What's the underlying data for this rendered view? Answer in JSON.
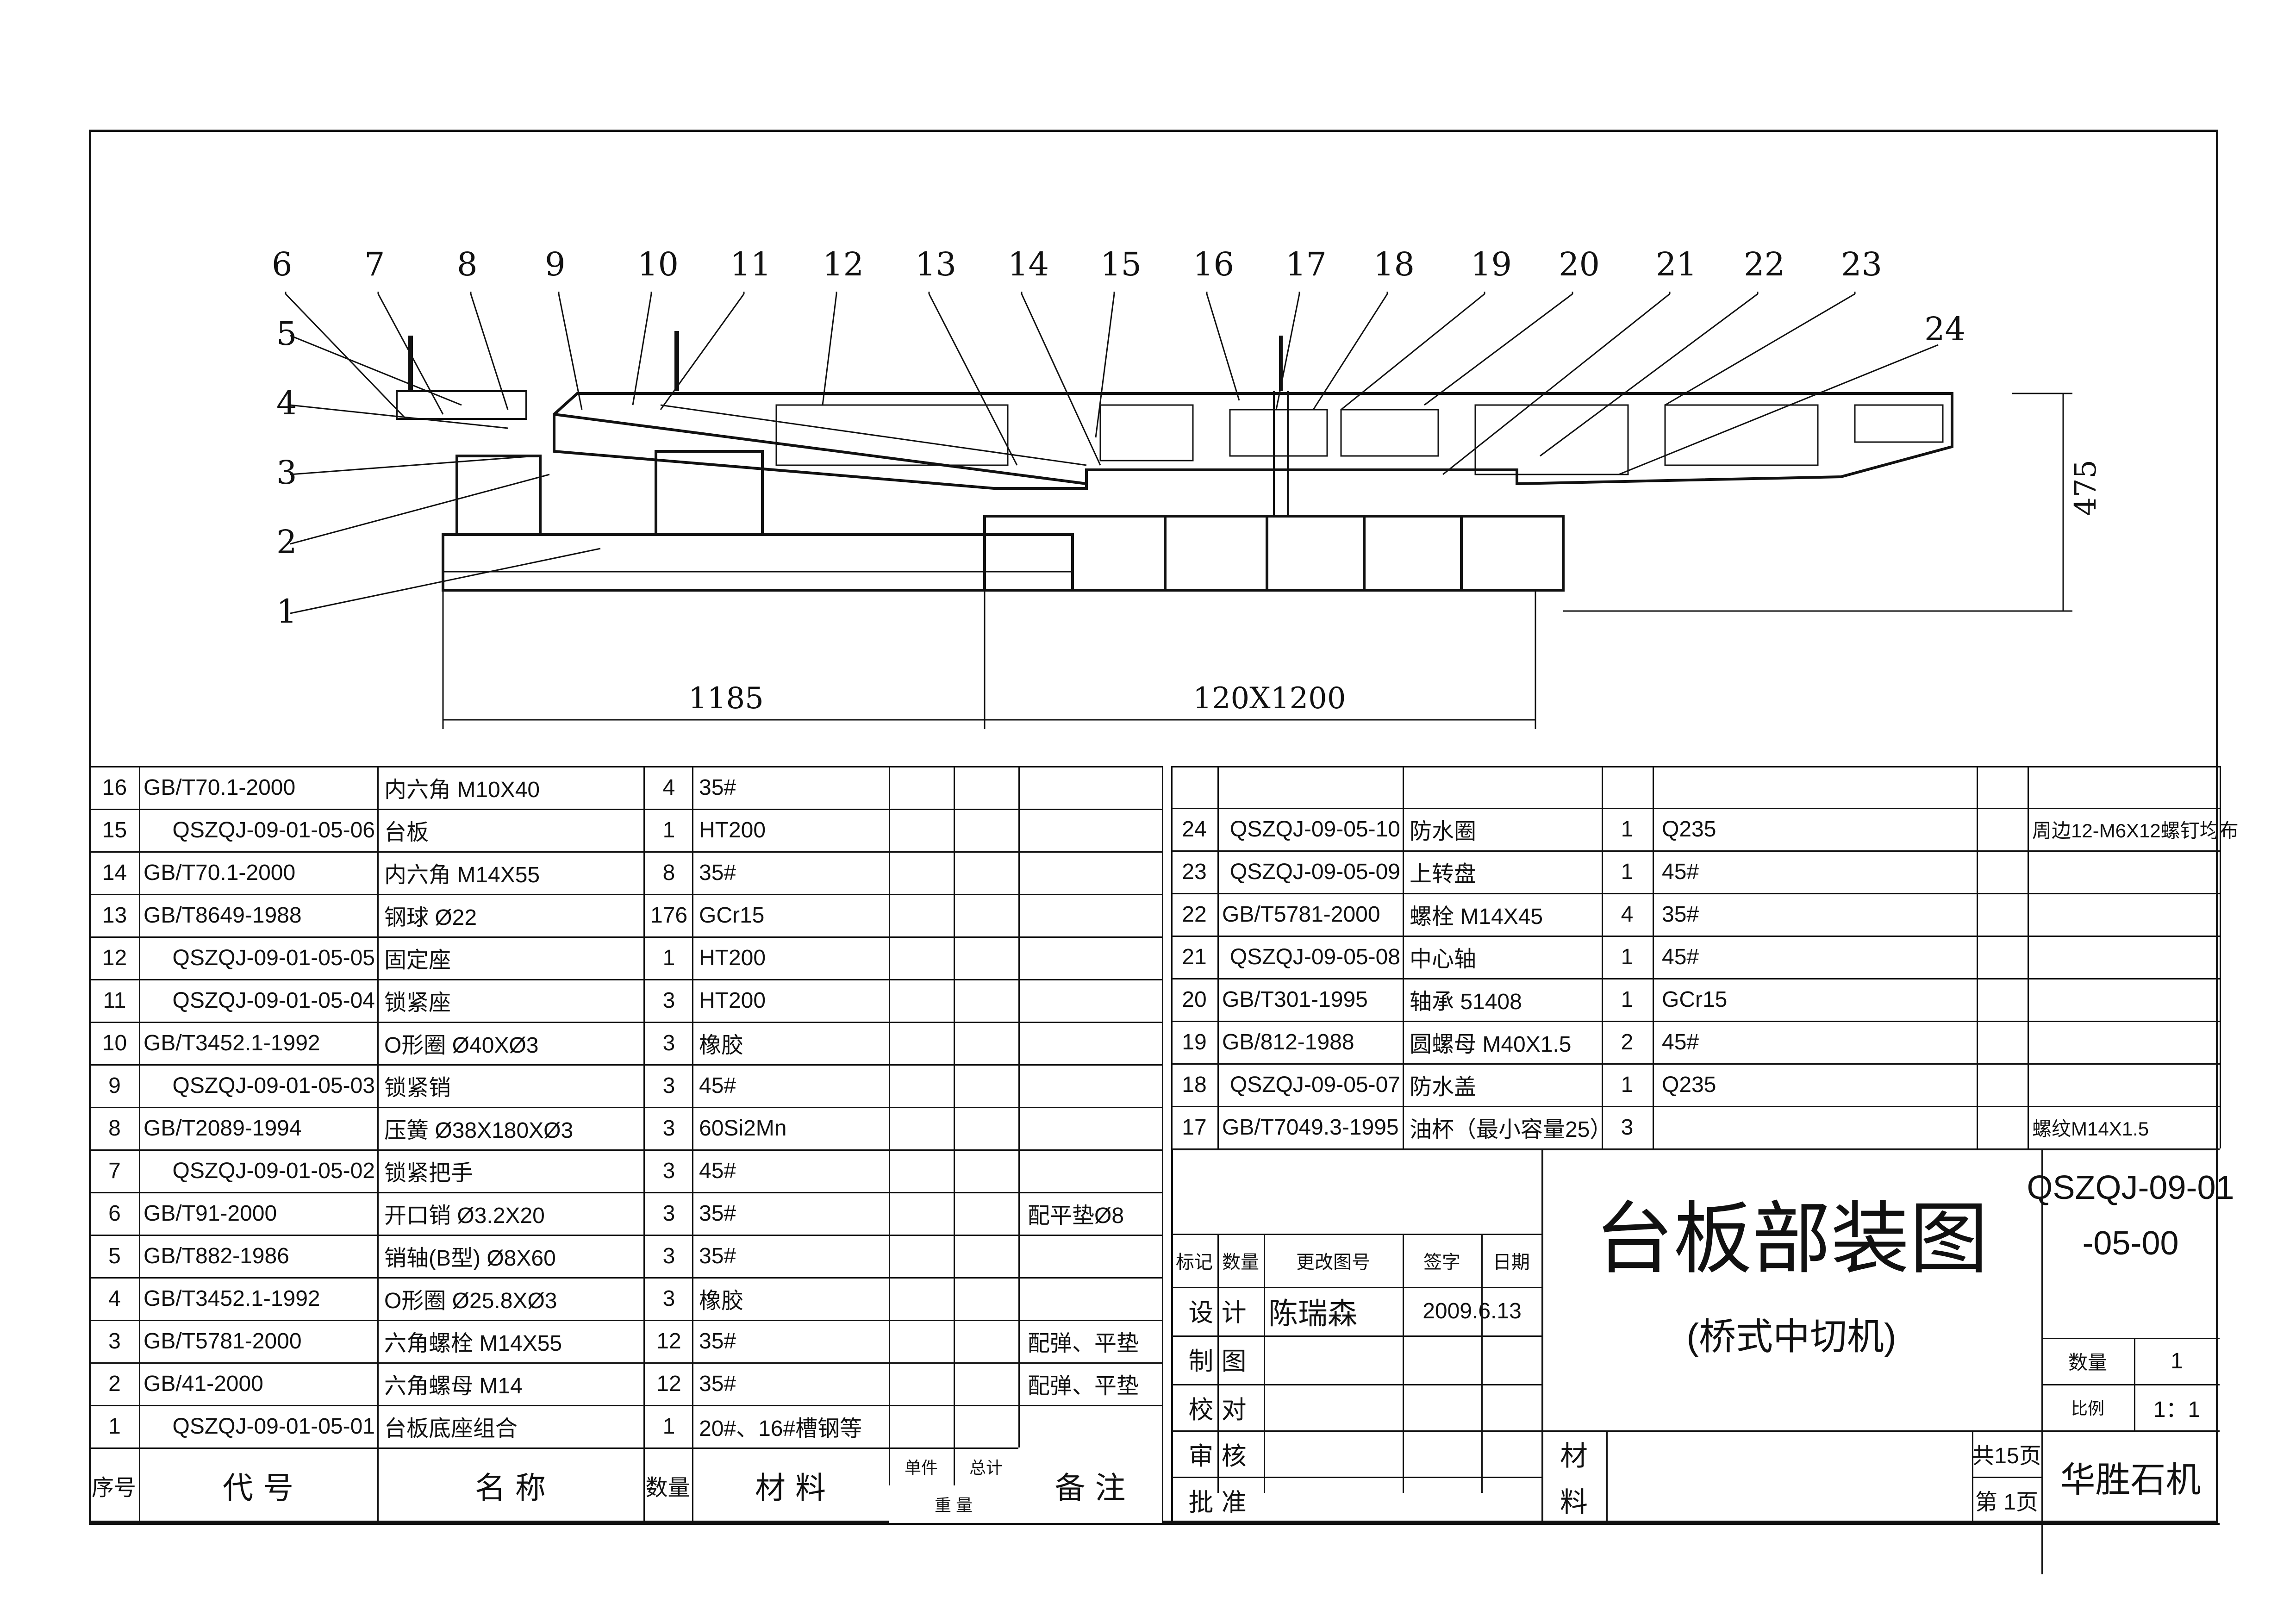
{
  "drawing": {
    "balloons": [
      "1",
      "2",
      "3",
      "4",
      "5",
      "6",
      "7",
      "8",
      "9",
      "10",
      "11",
      "12",
      "13",
      "14",
      "15",
      "16",
      "17",
      "18",
      "19",
      "20",
      "21",
      "22",
      "23",
      "24"
    ],
    "dimensions": {
      "left_width": "1185",
      "right_width": "120X1200",
      "height": "475"
    }
  },
  "bom_left": [
    {
      "no": "16",
      "code": "GB/T70.1-2000",
      "name": "内六角    M10X40",
      "qty": "4",
      "material": "35#",
      "note": ""
    },
    {
      "no": "15",
      "code": "QSZQJ-09-01-05-06",
      "name": "台板",
      "qty": "1",
      "material": "HT200",
      "note": ""
    },
    {
      "no": "14",
      "code": "GB/T70.1-2000",
      "name": "内六角    M14X55",
      "qty": "8",
      "material": "35#",
      "note": ""
    },
    {
      "no": "13",
      "code": "GB/T8649-1988",
      "name": "钢球    Ø22",
      "qty": "176",
      "material": "GCr15",
      "note": ""
    },
    {
      "no": "12",
      "code": "QSZQJ-09-01-05-05",
      "name": "固定座",
      "qty": "1",
      "material": "HT200",
      "note": ""
    },
    {
      "no": "11",
      "code": "QSZQJ-09-01-05-04",
      "name": "锁紧座",
      "qty": "3",
      "material": "HT200",
      "note": ""
    },
    {
      "no": "10",
      "code": "GB/T3452.1-1992",
      "name": "O形圈    Ø40XØ3",
      "qty": "3",
      "material": "橡胶",
      "note": ""
    },
    {
      "no": "9",
      "code": "QSZQJ-09-01-05-03",
      "name": "锁紧销",
      "qty": "3",
      "material": "45#",
      "note": ""
    },
    {
      "no": "8",
      "code": "GB/T2089-1994",
      "name": "压簧    Ø38X180XØ3",
      "qty": "3",
      "material": "60Si2Mn",
      "note": ""
    },
    {
      "no": "7",
      "code": "QSZQJ-09-01-05-02",
      "name": "锁紧把手",
      "qty": "3",
      "material": "45#",
      "note": ""
    },
    {
      "no": "6",
      "code": "GB/T91-2000",
      "name": "开口销    Ø3.2X20",
      "qty": "3",
      "material": "35#",
      "note": "配平垫Ø8"
    },
    {
      "no": "5",
      "code": "GB/T882-1986",
      "name": "销轴(B型)    Ø8X60",
      "qty": "3",
      "material": "35#",
      "note": ""
    },
    {
      "no": "4",
      "code": "GB/T3452.1-1992",
      "name": "O形圈    Ø25.8XØ3",
      "qty": "3",
      "material": "橡胶",
      "note": ""
    },
    {
      "no": "3",
      "code": "GB/T5781-2000",
      "name": "六角螺栓  M14X55",
      "qty": "12",
      "material": "35#",
      "note": "配弹、平垫"
    },
    {
      "no": "2",
      "code": "GB/41-2000",
      "name": "六角螺母  M14",
      "qty": "12",
      "material": "35#",
      "note": "配弹、平垫"
    },
    {
      "no": "1",
      "code": "QSZQJ-09-01-05-01",
      "name": "台板底座组合",
      "qty": "1",
      "material": "20#、16#槽钢等",
      "note": ""
    }
  ],
  "bom_header": {
    "no": "序号",
    "code": "代    号",
    "name": "名    称",
    "qty": "数量",
    "material": "材    料",
    "unit": "单件",
    "total": "总计",
    "weight": "重    量",
    "note": "备 注"
  },
  "bom_right": [
    {
      "no": "24",
      "code": "QSZQJ-09-05-10",
      "name": "防水圈",
      "qty": "1",
      "material": "Q235",
      "note": "周边12-M6X12螺钉均布"
    },
    {
      "no": "23",
      "code": "QSZQJ-09-05-09",
      "name": "上转盘",
      "qty": "1",
      "material": "45#",
      "note": ""
    },
    {
      "no": "22",
      "code": "GB/T5781-2000",
      "name": "螺栓   M14X45",
      "qty": "4",
      "material": "35#",
      "note": ""
    },
    {
      "no": "21",
      "code": "QSZQJ-09-05-08",
      "name": "中心轴",
      "qty": "1",
      "material": "45#",
      "note": ""
    },
    {
      "no": "20",
      "code": "GB/T301-1995",
      "name": "轴承     51408",
      "qty": "1",
      "material": "GCr15",
      "note": ""
    },
    {
      "no": "19",
      "code": "GB/812-1988",
      "name": "圆螺母   M40X1.5",
      "qty": "2",
      "material": "45#",
      "note": ""
    },
    {
      "no": "18",
      "code": "QSZQJ-09-05-07",
      "name": "防水盖",
      "qty": "1",
      "material": "Q235",
      "note": ""
    },
    {
      "no": "17",
      "code": "GB/T7049.3-1995",
      "name": "油杯（最小容量25）",
      "qty": "3",
      "material": "",
      "note": "螺纹M14X1.5"
    }
  ],
  "title_block": {
    "title": "台板部装图",
    "subtitle": "(桥式中切机)",
    "drawing_no_1": "QSZQJ-09-01",
    "drawing_no_2": "-05-00",
    "rev_headers": [
      "标记",
      "数量",
      "更改图号",
      "签字",
      "日期"
    ],
    "design_label": "设 计",
    "designer": "陈瑞森",
    "date": "2009.6.13",
    "draw_label": "制 图",
    "check_label": "校 对",
    "review_label": "审 核",
    "approve_label": "批 准",
    "material_label_1": "材",
    "material_label_2": "料",
    "qty_label": "数量",
    "qty_value": "1",
    "scale_label": "比例",
    "scale_value": "1：1",
    "total_pages": "共15页",
    "page": "第 1页",
    "company": "华胜石机"
  }
}
